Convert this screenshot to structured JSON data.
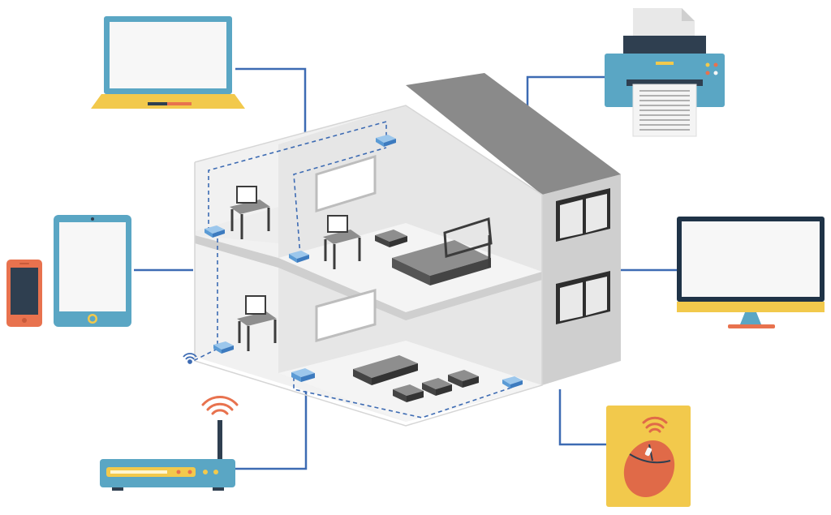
{
  "colors": {
    "link": "#3d6bb3",
    "node": "#5b9bd5",
    "device_frame": "#5aa6c4",
    "screen": "#f7f7f7",
    "laptop_base": "#f2c94c",
    "phone": "#e8724e",
    "router_body": "#5aa6c4",
    "router_strip": "#f2c94c",
    "wifi": "#e8724e",
    "mouse_pad": "#f2c94c",
    "mouse": "#e06a48",
    "printer_body": "#5aa6c4",
    "monitor_frame": "#1f3347",
    "monitor_stand": "#e8724e",
    "wall_light": "#f1f1f1",
    "wall_mid": "#e2e2e2",
    "wall_dark": "#cfcfcf",
    "roof": "#8a8a8a",
    "furniture": "#3c3c3c",
    "furniture_top": "#8e8e8e"
  },
  "devices": [
    {
      "name": "laptop",
      "icon": "laptop-icon"
    },
    {
      "name": "tablet",
      "icon": "tablet-icon"
    },
    {
      "name": "smartphone",
      "icon": "smartphone-icon"
    },
    {
      "name": "wireless-router",
      "icon": "router-icon"
    },
    {
      "name": "printer",
      "icon": "printer-icon"
    },
    {
      "name": "desktop-monitor",
      "icon": "monitor-icon"
    },
    {
      "name": "wireless-mouse",
      "icon": "mouse-icon"
    }
  ],
  "building": {
    "floors": 2,
    "rooms": [
      "study-upper",
      "bedroom",
      "study-lower",
      "living-room"
    ],
    "network_nodes": 7
  }
}
